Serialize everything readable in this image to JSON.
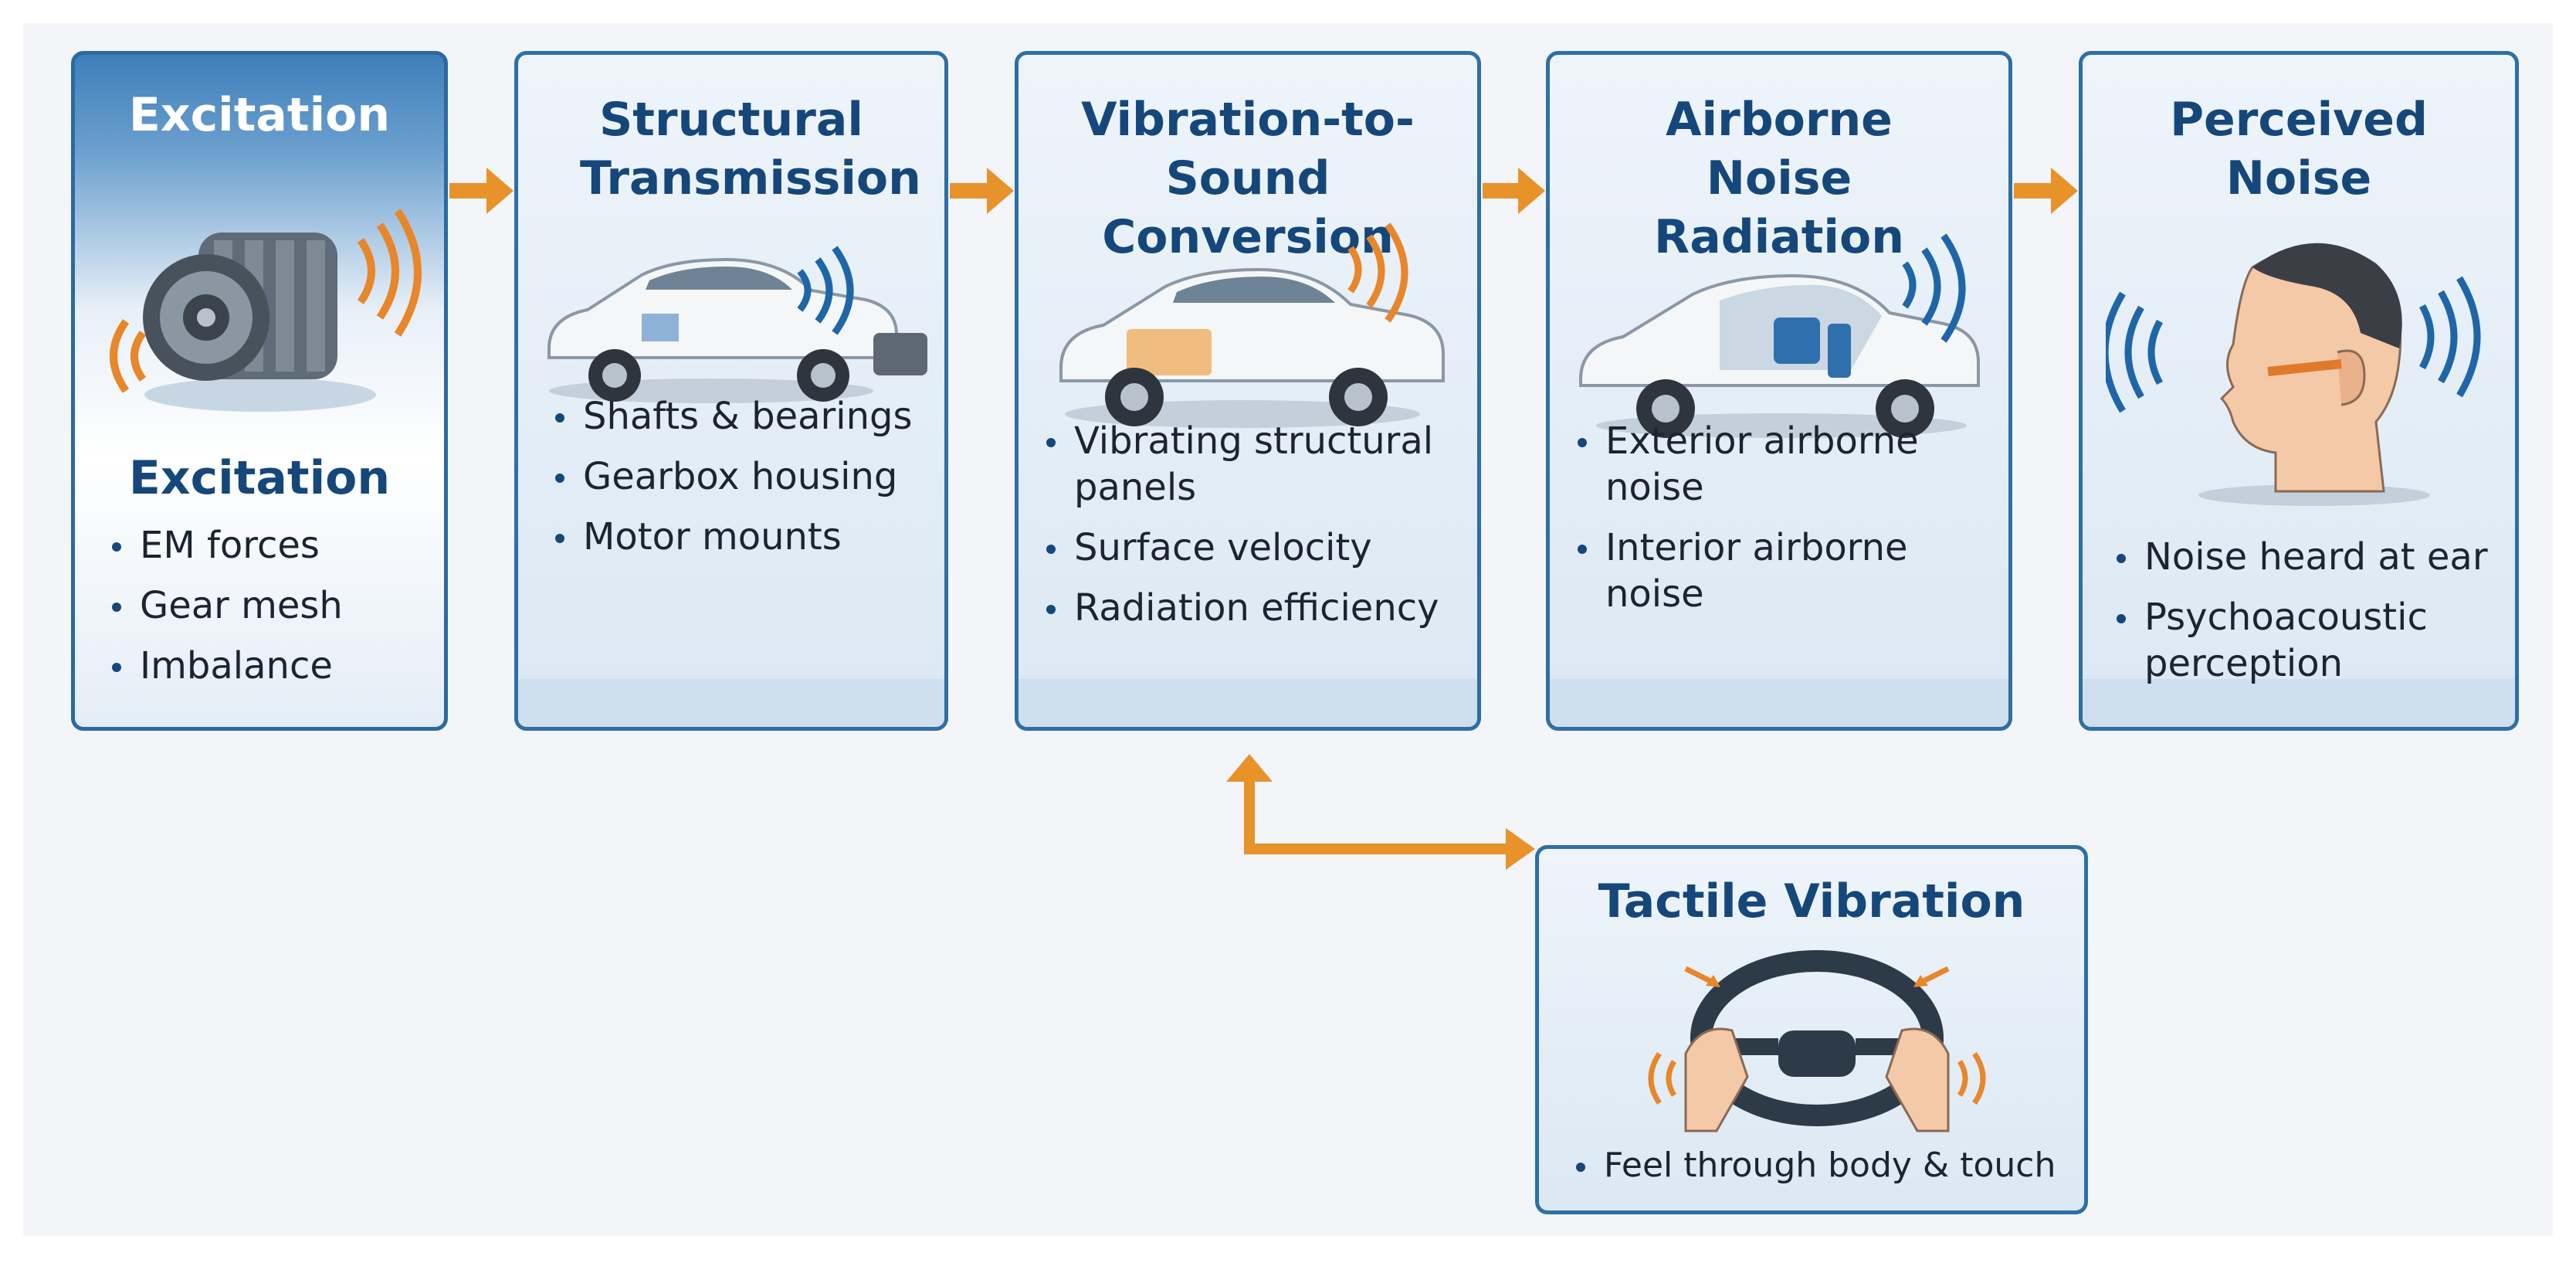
{
  "stages": [
    {
      "title": "Excitation",
      "subtitle": "Excitation",
      "bullets": [
        "EM forces",
        "Gear mesh",
        "Imbalance"
      ],
      "icon": "motor-icon"
    },
    {
      "title": "Structural Transmission",
      "bullets": [
        "Shafts & bearings",
        "Gearbox housing",
        "Motor mounts"
      ],
      "icon": "car-drivetrain-icon"
    },
    {
      "title": "Vibration-to- Sound Conversion",
      "bullets": [
        "Vibrating structural panels",
        "Surface velocity",
        "Radiation efficiency"
      ],
      "icon": "car-panels-icon"
    },
    {
      "title": "Airborne Noise Radiation",
      "bullets": [
        "Exterior airborne noise",
        "Interior airborne noise"
      ],
      "icon": "car-interior-icon"
    },
    {
      "title": "Perceived Noise",
      "bullets": [
        "Noise heard at ear",
        "Psychoacoustic perception"
      ],
      "icon": "head-ear-icon"
    }
  ],
  "tactile": {
    "title": "Tactile Vibration",
    "bullets": [
      "Feel through body & touch"
    ],
    "icon": "steering-wheel-icon"
  },
  "colors": {
    "accent": "#e8922a",
    "title": "#15477a",
    "border": "#2d6fa6",
    "wave_orange": "#e8862a",
    "wave_blue": "#1f66a8"
  }
}
